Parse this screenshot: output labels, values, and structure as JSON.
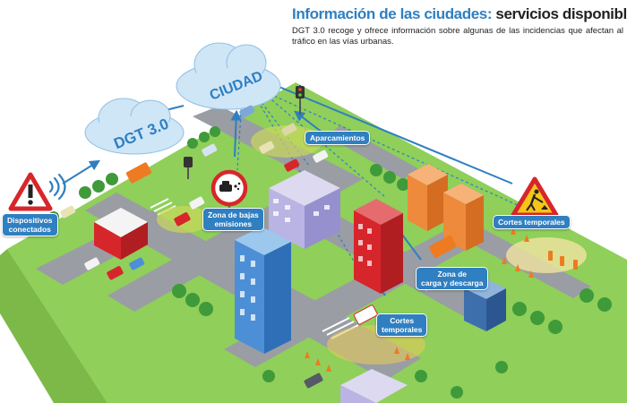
{
  "header": {
    "title_part1": "Información de las ciudades:",
    "title_part2": "servicios disponibles",
    "description": "DGT 3.0 recoge y ofrece información sobre algunas de las incidencias que afectan al tráfico en las vías urbanas."
  },
  "clouds": {
    "dgt": "DGT 3.0",
    "ciudad": "CIUDAD"
  },
  "labels": {
    "dispositivos_line1": "Dispositivos",
    "dispositivos_line2": "conectados",
    "zona_bajas_line1": "Zona de bajas",
    "zona_bajas_line2": "emisiones",
    "aparcamientos": "Aparcamientos",
    "cortes_right": "Cortes temporales",
    "zona_carga_line1": "Zona de",
    "zona_carga_line2": "carga y descarga",
    "cortes_bottom_line1": "Cortes",
    "cortes_bottom_line2": "temporales"
  },
  "colors": {
    "accent_blue": "#2f7fc1",
    "ground": "#8fcf5a",
    "road": "#9a9da3",
    "cloud": "#cfe6f6",
    "warning_red": "#d7262b"
  },
  "icons": [
    "warning-icon",
    "wifi-icon",
    "emissions-sign-icon",
    "roadworks-icon",
    "traffic-light-icon"
  ]
}
